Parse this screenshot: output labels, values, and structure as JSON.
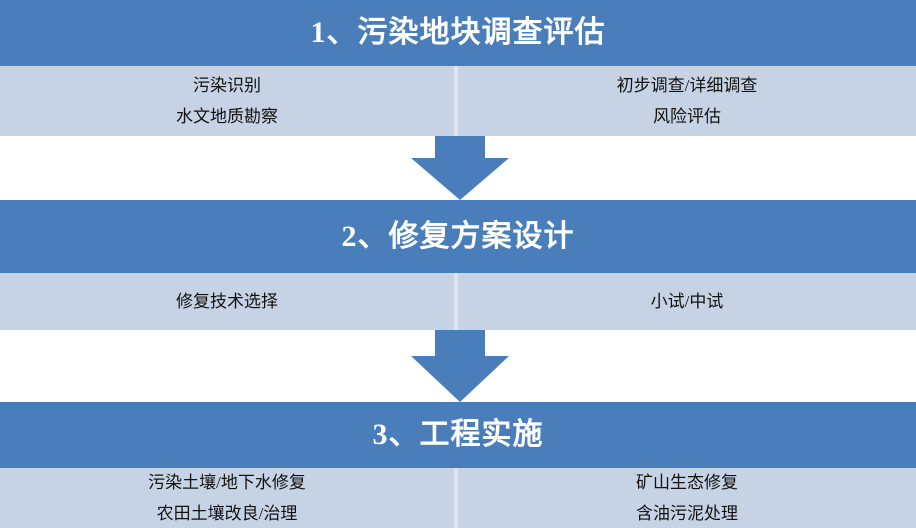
{
  "diagram": {
    "type": "vertical-process-flow",
    "colors": {
      "header_blue": "#4a7ebb",
      "body_light_blue": "#c6d3e5",
      "divider": "#dde4ef",
      "background": "#ffffff",
      "header_text": "#ffffff",
      "body_text": "#111111"
    },
    "stages": [
      {
        "title": "1、污染地块调查评估",
        "columns": [
          {
            "lines": [
              "污染识别",
              "水文地质勘察"
            ]
          },
          {
            "lines": [
              "初步调查/详细调查",
              "风险评估"
            ]
          }
        ]
      },
      {
        "title": "2、修复方案设计",
        "columns": [
          {
            "lines": [
              "修复技术选择"
            ]
          },
          {
            "lines": [
              "小试/中试"
            ]
          }
        ]
      },
      {
        "title": "3、工程实施",
        "columns": [
          {
            "lines": [
              "污染土壤/地下水修复",
              "农田土壤改良/治理"
            ]
          },
          {
            "lines": [
              "矿山生态修复",
              "含油污泥处理"
            ]
          }
        ]
      }
    ],
    "connectors": [
      {
        "name": "down-arrow-1",
        "direction": "down"
      },
      {
        "name": "down-arrow-2",
        "direction": "down"
      }
    ]
  }
}
